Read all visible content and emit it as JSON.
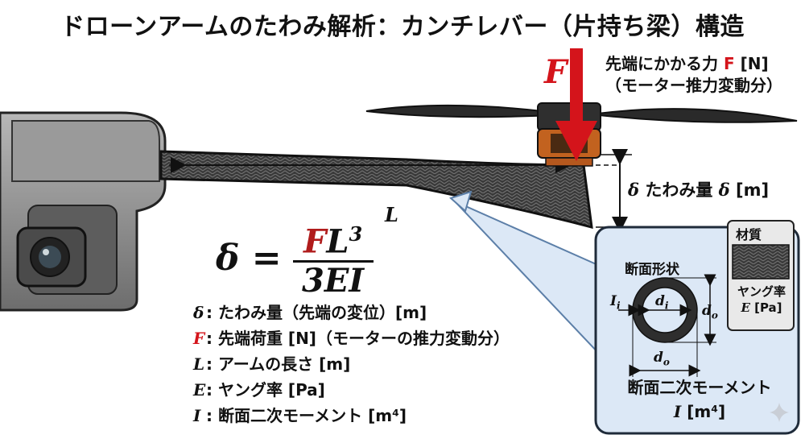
{
  "title": "ドローンアームのたわみ解析：カンチレバー（片持ち梁）構造",
  "force": {
    "symbol": "F",
    "note_prefix": "先端にかかる力",
    "note_symbol": "F",
    "note_unit": "[N]",
    "note_line2": "（モーター推力変動分）"
  },
  "deflection": {
    "symbol": "δ",
    "label": "たわみ量",
    "symbol2": "δ",
    "unit": "[m]"
  },
  "length_symbol": "L",
  "formula": {
    "lhs": "δ",
    "eq": "=",
    "num_f": "F",
    "num_l": "L",
    "num_exp": "3",
    "den": "3EI"
  },
  "legend": [
    {
      "sym": "δ",
      "text": ": たわみ量（先端の変位）[m]"
    },
    {
      "sym": "F",
      "text": ": 先端荷重 [N]（モーターの推力変動分）"
    },
    {
      "sym": "L",
      "text": ": アームの長さ [m]"
    },
    {
      "sym": "E",
      "text": ": ヤング率 [Pa]"
    },
    {
      "sym": "I",
      "text": ": 断面二次モーメント [m⁴]"
    }
  ],
  "cross_section": {
    "title": "断面形状",
    "inner_thickness": "I",
    "inner_thickness_sub": "i",
    "inner_diameter": "d",
    "inner_diameter_sub": "i",
    "outer_diameter": "d",
    "outer_diameter_sub": "o",
    "moment_label": "断面二次モーメント",
    "moment_symbol": "I",
    "moment_unit": "[m⁴]"
  },
  "material": {
    "title": "材質",
    "label": "ヤング率",
    "symbol": "E",
    "unit": "[Pa]"
  },
  "colors": {
    "force_red": "#d4141b",
    "panel_bg": "#dce8f6",
    "arm_dark": "#2b2b2b",
    "body_gray": "#8a8a8a",
    "motor_copper": "#b5581e"
  }
}
